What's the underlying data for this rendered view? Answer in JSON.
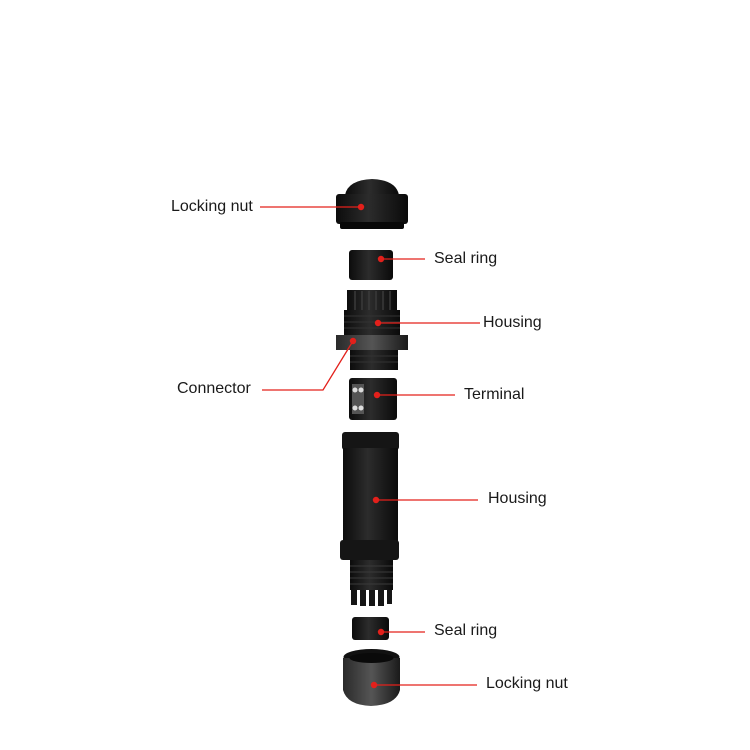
{
  "colors": {
    "leader": "#e3201b",
    "part": "#141414",
    "part_highlight": "#3a3a3a"
  },
  "labels": {
    "locking_nut_top": "Locking nut",
    "seal_ring_top": "Seal ring",
    "housing_top": "Housing",
    "connector": "Connector",
    "terminal": "Terminal",
    "housing_bottom": "Housing",
    "seal_ring_bottom": "Seal ring",
    "locking_nut_bottom": "Locking nut"
  }
}
